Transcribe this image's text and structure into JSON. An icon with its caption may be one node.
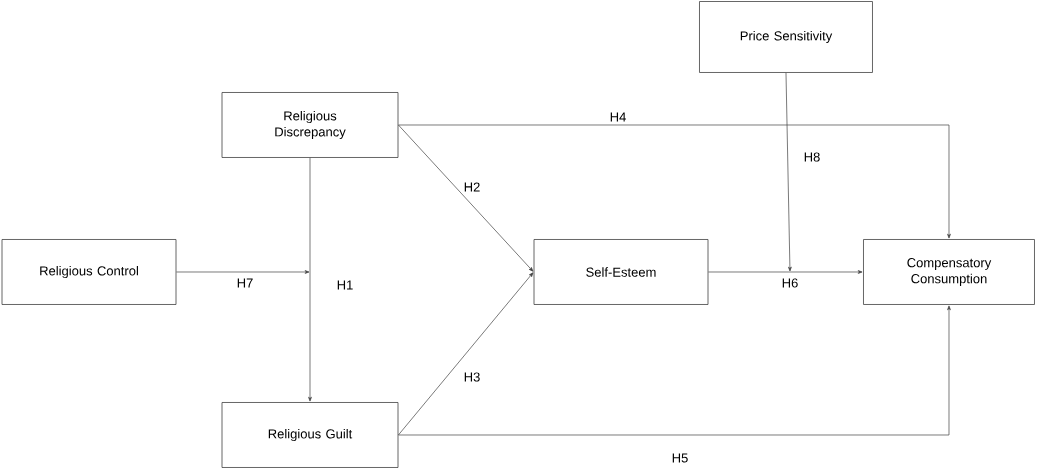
{
  "diagram": {
    "nodes": [
      {
        "text": [
          "Price Sensitivity"
        ]
      },
      {
        "text": [
          "Religious Discrepancy"
        ]
      },
      {
        "text": [
          "Religious Control"
        ]
      },
      {
        "text": [
          "Self-Esteem"
        ]
      },
      {
        "text": [
          "Compensatory Consumption"
        ]
      },
      {
        "text": [
          "Religious Guilt"
        ]
      }
    ],
    "edges": [
      {
        "from": 1,
        "to": 5,
        "arrow": "to",
        "label": "H1"
      },
      {
        "from": 2,
        "to": null,
        "arrow": "to",
        "label": "H7"
      },
      {
        "from": 1,
        "to": 3,
        "arrow": "to",
        "label": "H2"
      },
      {
        "from": 5,
        "to": 3,
        "arrow": "to",
        "label": "H3"
      },
      {
        "from": 1,
        "to": 4,
        "arrow": "to",
        "label": "H4"
      },
      {
        "from": 5,
        "to": 4,
        "arrow": "to",
        "label": "H5"
      },
      {
        "from": 3,
        "to": 4,
        "arrow": "to",
        "label": "H6"
      },
      {
        "from": 0,
        "to": null,
        "arrow": "to",
        "label": "H8"
      }
    ]
  }
}
